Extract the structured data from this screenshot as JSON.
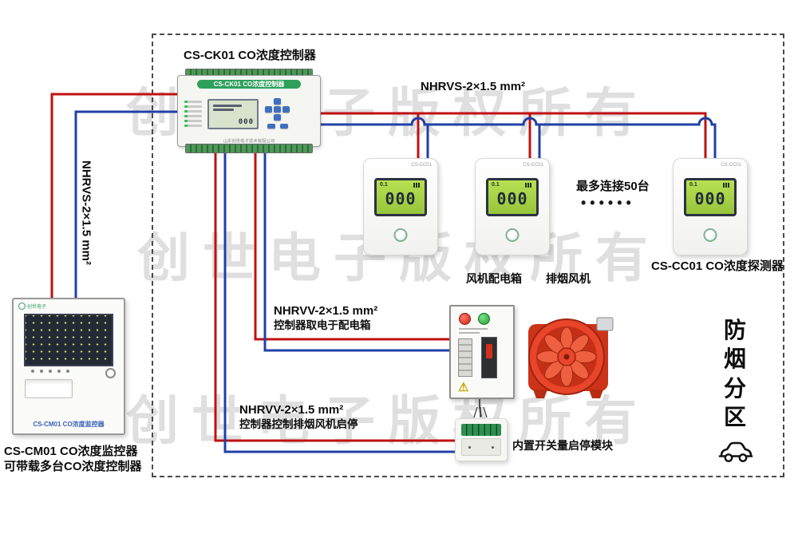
{
  "watermark": {
    "text": "创世电子版权所有"
  },
  "controller": {
    "caption": "CS-CK01 CO浓度控制器",
    "header": "CS-CK01 CO浓度控制器",
    "company": "山东创世电子技术有限公司",
    "lcd_value": "000"
  },
  "bus": {
    "top_label": "NHRVS-2×1.5 mm²",
    "left_label": "NHRVS-2×1.5 mm²"
  },
  "detectors": {
    "model": "CS-CC01",
    "lcd_small": "0.1",
    "lcd_value": "000",
    "max_connect": "最多连接50台",
    "dots": "••••••",
    "caption": "CS-CC01 CO浓度探测器"
  },
  "power": {
    "box_label": "风机配电箱",
    "fan_label": "排烟风机",
    "line1": "NHRVV-2×1.5 mm²",
    "line2": "控制器取电于配电箱"
  },
  "control": {
    "line1": "NHRVV-2×1.5 mm²",
    "line2": "控制器控制排烟风机启停",
    "module_label": "内置开关量启停模块"
  },
  "zone": {
    "label": "防烟分区"
  },
  "monitor": {
    "brand": "创世电子",
    "device_label": "CS-CM01 CO浓度监控器",
    "caption1": "CS-CM01 CO浓度监控器",
    "caption2": "可带载多台CO浓度控制器"
  },
  "icons": {
    "warning": "⚠"
  },
  "colors": {
    "wire_red": "#c01010",
    "wire_blue": "#2040a8",
    "brand_green": "#2ea05c"
  }
}
